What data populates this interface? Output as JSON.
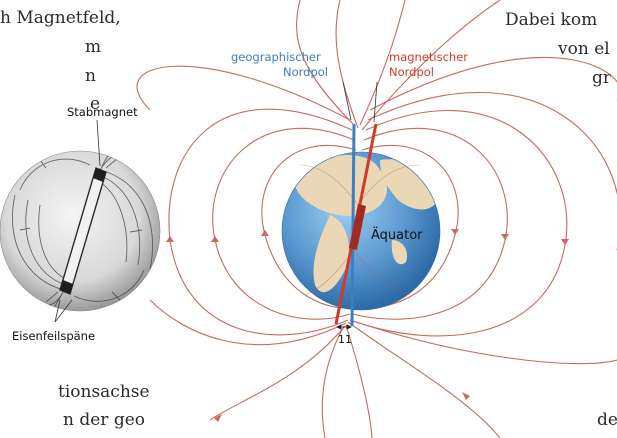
{
  "text_fragments": [
    "h Magnetfeld,",
    "m",
    "n",
    "e",
    "tionsachse",
    "n der geo",
    "Dabei kom",
    "von el",
    "gr",
    "de"
  ],
  "labels": {
    "bar_magnet": "Stabmagnet",
    "iron_filings": "Eisenfeilspäne",
    "geographic_north_line1": "geographischer",
    "geographic_north_line2": "Nordpol",
    "magnetic_north_line1": "magnetischer",
    "magnetic_north_line2": "Nordpol",
    "equator": "Äquator",
    "angle": "11"
  },
  "colors": {
    "geographic": "#3a7fc1",
    "magnetic": "#d23a2a",
    "field_line": "#c96a5e",
    "ocean": "#5a98cf",
    "land": "#e9d7b5"
  },
  "icons": [
    "bar-magnet-sphere-illustration",
    "earth-globe-illustration",
    "field-line-arrows"
  ]
}
